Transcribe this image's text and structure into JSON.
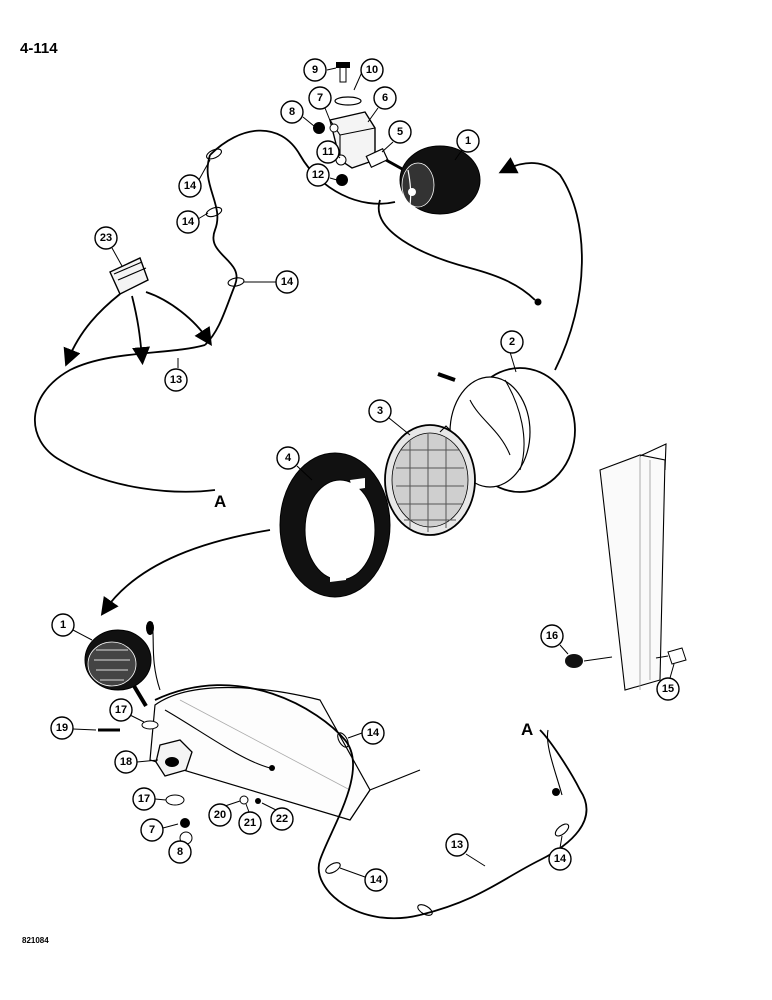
{
  "page": {
    "page_number": "4-114",
    "figure_code": "821084"
  },
  "connectors": {
    "top_left": "A",
    "bottom_right": "A"
  },
  "callouts": [
    "9",
    "10",
    "7",
    "6",
    "8",
    "5",
    "1",
    "11",
    "12",
    "14",
    "14",
    "14",
    "23",
    "13",
    "2",
    "3",
    "4",
    "1",
    "16",
    "17",
    "15",
    "19",
    "18",
    "14",
    "17",
    "20",
    "21",
    "22",
    "7",
    "8",
    "13",
    "14",
    "14"
  ]
}
